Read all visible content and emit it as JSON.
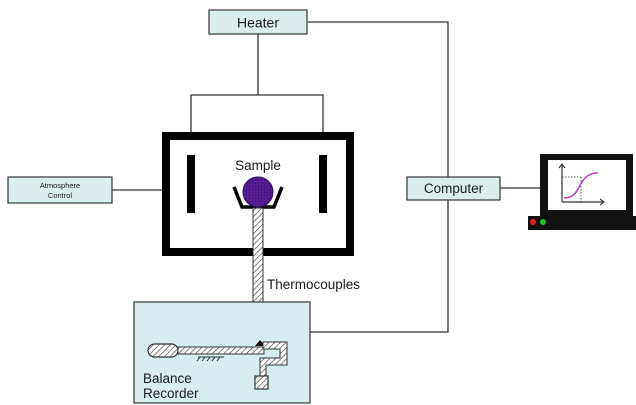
{
  "labels": {
    "heater": "Heater",
    "computer": "Computer",
    "atmosphere_line1": "Atmosphere",
    "atmosphere_line2": "Control",
    "sample": "Sample",
    "thermocouples": "Thermocouples",
    "balance_line1": "Balance",
    "balance_line2": "Recorder"
  },
  "colors": {
    "box_fill": "#dbeeee",
    "balance_fill": "#d6eef0",
    "line": "#333333",
    "furnace_wall": "#000000",
    "sample_fill": "#5b1f9e",
    "monitor_curve": "#c040c0",
    "led_red": "#e02020",
    "led_green": "#20c020"
  }
}
